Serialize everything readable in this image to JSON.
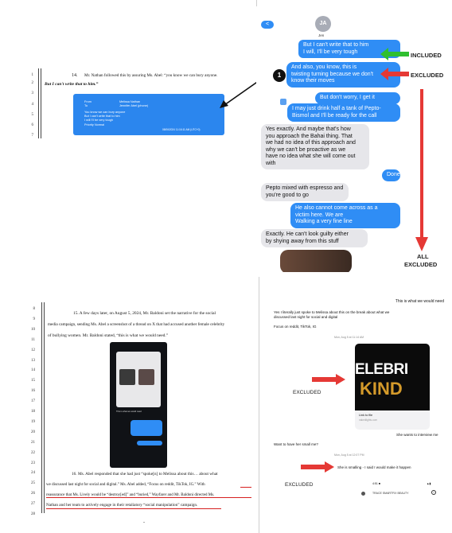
{
  "top_left_doc": {
    "line_numbers": [
      "1",
      "2",
      "3",
      "4",
      "5",
      "6",
      "7"
    ],
    "para14": {
      "num": "14.",
      "text": "Mr. Nathan followed this by assuring Ms. Abel: “you know we can bury anyone.",
      "cont": "But I can't write that to him.”"
    },
    "sms_card": {
      "from_label": "From",
      "to_label": "To",
      "from_val": "Melissa Nathan",
      "to_val": "Jennifer Abel (phone)",
      "body1": "You know we can bury anyone",
      "body2": "But I can't write that to him",
      "body3": "I will I'll be very tough",
      "priority": "Priority Normal",
      "timestamp": "08/06/2024 11:16:11 AM (UTC+0)"
    }
  },
  "phone": {
    "avatar": "JA",
    "contact": "Jen",
    "back": "<",
    "messages": [
      {
        "side": "right",
        "text": "But I can't write that to him\nI will, I'll be very tough"
      },
      {
        "side": "right",
        "text": "And also, you know, this is\ntwisting turning because we don't\nknow their moves"
      },
      {
        "side": "right",
        "text": "But don't worry, I get it"
      },
      {
        "side": "right",
        "text": "I may just drink half a tank of Pepto-\nBismol and I'll be ready for the call"
      },
      {
        "side": "left",
        "text": "Yes exactly. And maybe that's how\nyou approach the Bahai thing. That\nwe had no idea of this approach and\nwhy we can't be proactive as we\nhave no idea what she will come out\nwith"
      },
      {
        "side": "right",
        "text": "Done"
      },
      {
        "side": "left",
        "text": "Pepto mixed with espresso and\nyou're good to go"
      },
      {
        "side": "right",
        "text": "He also cannot come across as a\nvictim here. We are\nWalking a very fine line"
      },
      {
        "side": "left",
        "text": "Exactly. He can't look guilty either\nby shying away from this stuff"
      }
    ],
    "badge": "1"
  },
  "annotations_top": {
    "included": "INCLUDED",
    "excluded": "EXCLUDED",
    "all_excluded_1": "ALL",
    "all_excluded_2": "EXCLUDED"
  },
  "bottom_left_doc": {
    "line_numbers": [
      "8",
      "9",
      "10",
      "11",
      "12",
      "13",
      "14",
      "15",
      "16",
      "17",
      "18",
      "19",
      "20",
      "21",
      "22",
      "23",
      "24",
      "25",
      "26",
      "27",
      "28"
    ],
    "para15_lines": [
      "15.      A few days later, on August 5, 2024, Mr. Baldoni set the narrative for the social",
      "media campaign, sending Ms. Abel a screenshot of a thread on X that had accused another female celebrity",
      "of bullying women.  Mr. Baldoni stated, “this is what we would need.”"
    ],
    "para16_lines": [
      "16.      Ms. Abel responded that she had just “spoke[n] to Melissa about this… about what",
      "we discussed last night for social and digital.”  Ms. Abel added, “Focus on reddit, TikTok, IG.”  With",
      "reassurance that Ms. Lively would be “destroy[ed]” and “buried,” Wayfarer and Mr. Baldoni directed Ms.",
      "Nathan and her team to actively engage in their retaliatory “social manipulation” campaign."
    ],
    "phone_caption": "This is what we would need",
    "page_no": "-"
  },
  "bottom_right_chat": {
    "top_bubble": "This is what we would need",
    "msg1": "Yes I literally just spoke to Melissa about this on the break about what we discussed last night for social and digital",
    "msg2": "Focus on reddit, TikTok, IG",
    "date1": "Mon, Aug 5 at 11:14 AM",
    "image_text_1": "ELEBRI",
    "image_text_2": "KIND",
    "link_title": "Link to file",
    "link_sub": "nakedlights.com",
    "interview": "She wants to interview me",
    "want_small": "Want to have her small me?",
    "date2": "Mon, Aug 5 at 12:07 PM",
    "smalling": "She is smalling - I said I would make it happen",
    "excluded1": "EXCLUDED",
    "excluded2": "EXCLUDED",
    "status_time": "4:51 ■",
    "footer": "TRACE SMARTFIX BEAUTY"
  },
  "colors": {
    "imessage_blue": "#2f8df5",
    "included_green": "#2fbf2f",
    "excluded_red": "#e53935",
    "underline_red": "#d62020"
  }
}
